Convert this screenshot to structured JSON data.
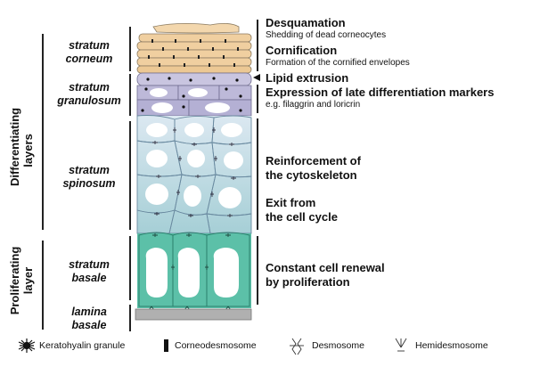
{
  "groups": {
    "differentiating": "Differentiating layers",
    "proliferating": "Proliferating layer"
  },
  "layers": {
    "corneum": [
      "stratum",
      "corneum"
    ],
    "granulosum": [
      "stratum",
      "granulosum"
    ],
    "spinosum": [
      "stratum",
      "spinosum"
    ],
    "basale": [
      "stratum",
      "basale"
    ],
    "lamina": [
      "lamina",
      "basale"
    ]
  },
  "annotations": {
    "desquamation": "Desquamation",
    "desquamation_sub": "Shedding of dead corneocytes",
    "cornification": "Cornification",
    "cornification_sub": "Formation of the cornified envelopes",
    "lipid": "Lipid extrusion",
    "late_markers": "Expression of late differentiation markers",
    "late_markers_sub": "e.g. filaggrin and loricrin",
    "reinforcement_1": "Reinforcement of",
    "reinforcement_2": "the cytoskeleton",
    "exit_1": "Exit from",
    "exit_2": "the cell cycle",
    "renewal_1": "Constant cell renewal",
    "renewal_2": "by proliferation"
  },
  "legend": {
    "keratohyalin": "Keratohyalin granule",
    "corneodesmosome": "Corneodesmosome",
    "desmosome": "Desmosome",
    "hemidesmosome": "Hemidesmosome"
  },
  "colors": {
    "corneum": "#f0cfa0",
    "granulosum": "#b9b6d6",
    "spinosum_top": "#d6e6ef",
    "spinosum_bottom": "#a9d0d8",
    "basale": "#5cc0a8",
    "lamina": "#b0b0b0"
  }
}
